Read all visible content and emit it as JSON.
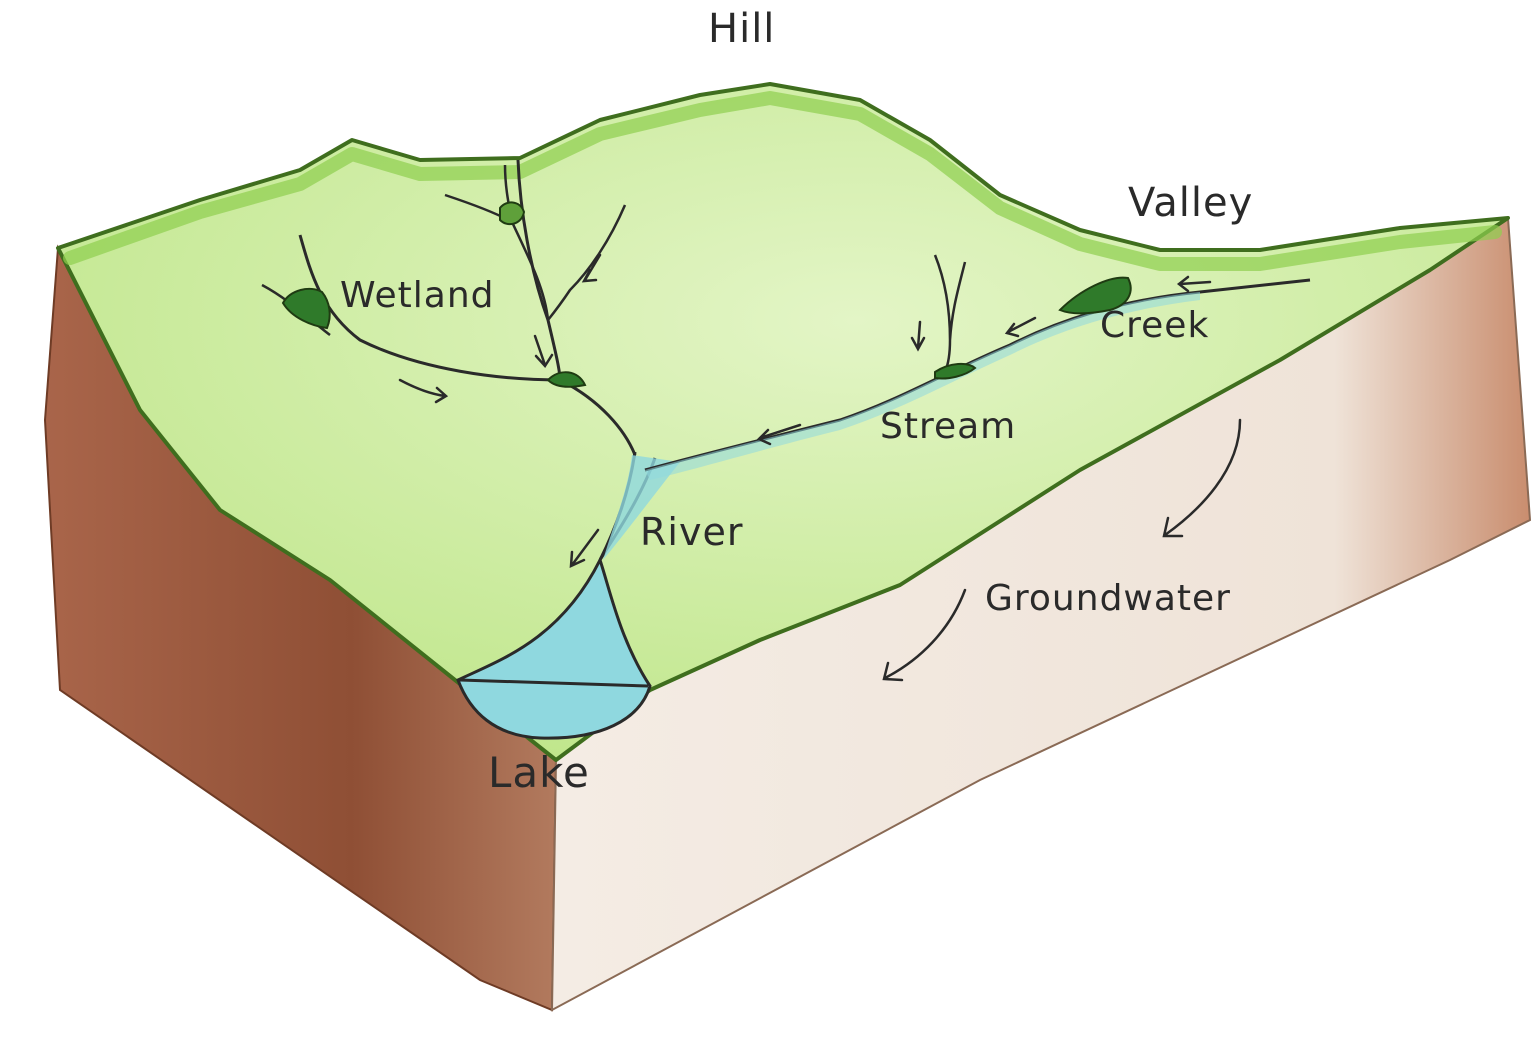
{
  "labels": {
    "hill": "Hill",
    "valley": "Valley",
    "wetland": "Wetland",
    "creek": "Creek",
    "stream": "Stream",
    "river": "River",
    "groundwater": "Groundwater",
    "lake": "Lake"
  },
  "colors": {
    "grass": "#c9ec9a",
    "grass_edge": "#4f8a24",
    "soil_left": "#9b5a3c",
    "soil_front": "#efe6dc",
    "water": "#8fd8df",
    "wetland": "#2f7a2a",
    "ink": "#2a2a2a"
  }
}
